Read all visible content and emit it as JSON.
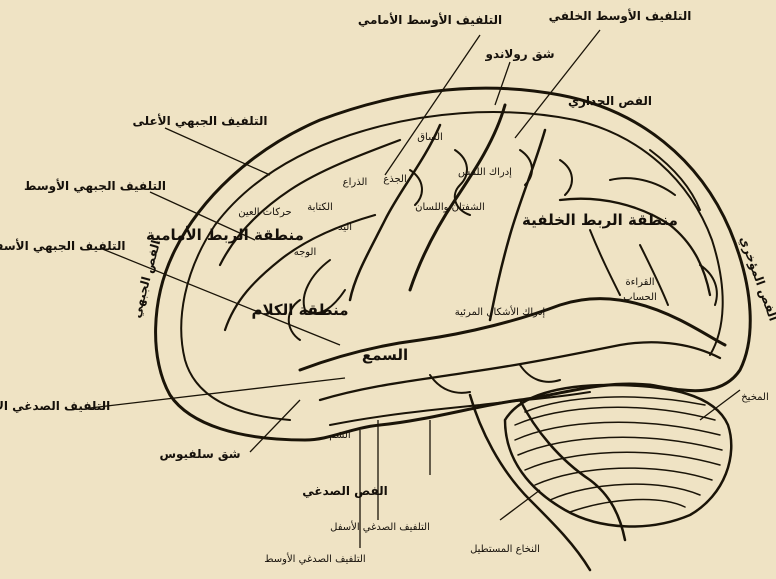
{
  "labels": {
    "superior_frontal_gyrus": "التلفيف الجبهي الأعلى",
    "middle_frontal_gyrus": "التلفيف الجبهي الأوسط",
    "inferior_frontal_gyrus": "التلفيف الجبهي الأسفل",
    "anterior_central_gyrus": "التلفيف الأوسط الأمامي",
    "posterior_central_gyrus": "التلفيف الأوسط الخلفي",
    "fissure_of_rolando": "شق رولاندو",
    "parietal_lobe": "الفص الجداري",
    "occipital_lobe": "الفص المؤخري",
    "superior_temporal_gyrus": "التلفيف الصدغي الأعلى",
    "middle_temporal_gyrus": "التلفيف الصدغي الأوسط",
    "inferior_temporal_gyrus": "التلفيف الصدغي الأسفل",
    "temporal_lobe": "الفص الصدغي",
    "sylvian_fissure": "شق سلفيوس",
    "frontal_lobe": "الفص الجبهي",
    "cerebellum": "المخيخ",
    "brainstem": "النخاع المستطيل",
    "frontal_area": "منطقة الربط الأمامية",
    "posterior_area": "منطقة الربط الخلفية",
    "speech_area": "منطقة الكلام",
    "hearing_area": "السمع",
    "smell": "الشم",
    "visual_perception": "إدراك الأشكال المرئية",
    "leg": "الساق",
    "arm": "الذراع",
    "face": "الوجه",
    "hand": "اليد",
    "trunk": "الجذع",
    "writing": "الكتابة",
    "eye_movements": "حركات العين",
    "lips_tongue": "الشفتان واللسان",
    "touch": "إدراك اللمس",
    "reading": "القراءة",
    "calculation": "الحساب"
  }
}
